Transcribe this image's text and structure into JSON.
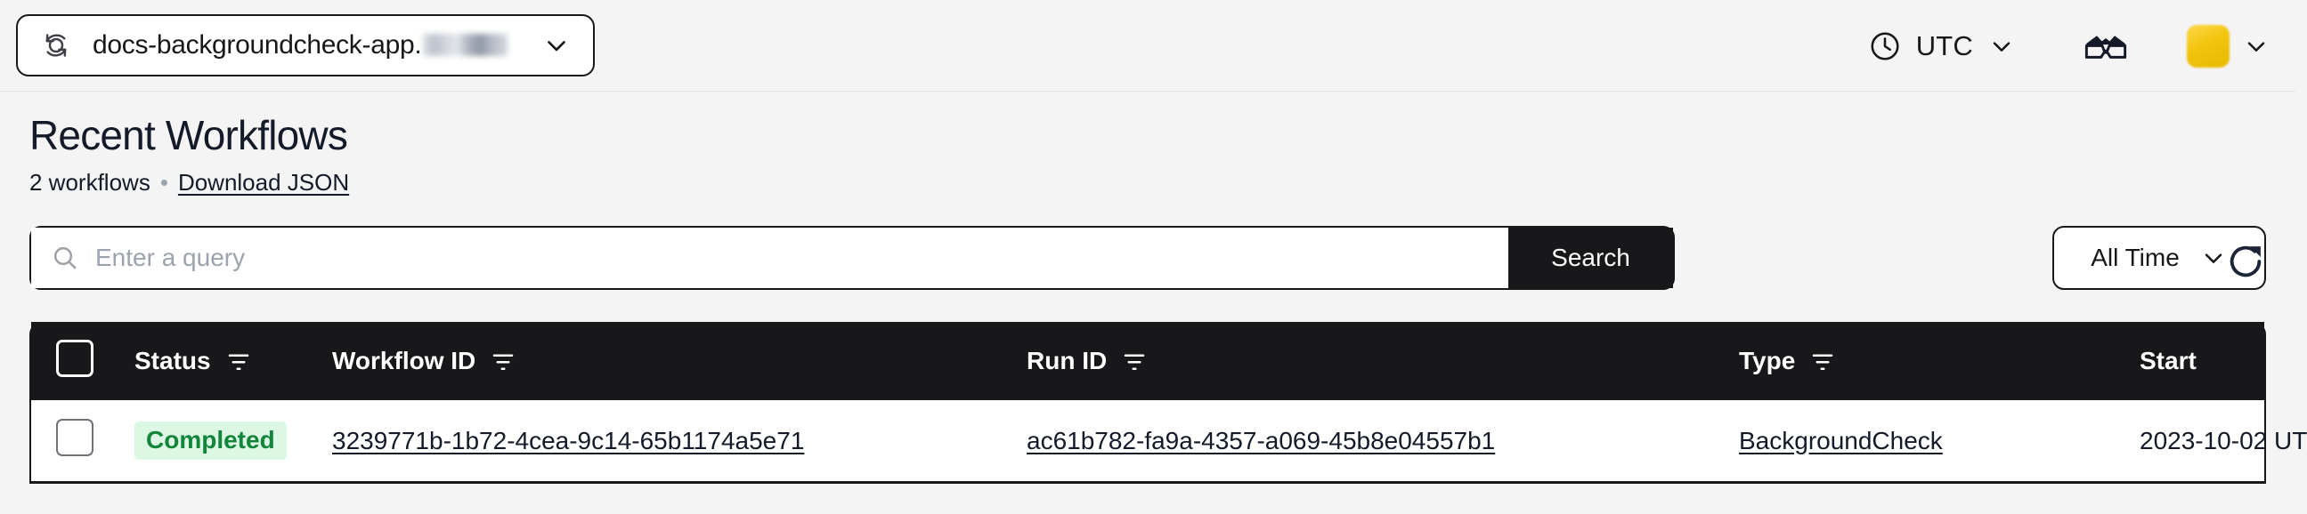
{
  "topbar": {
    "namespace_label": "docs-backgroundcheck-app.",
    "namespace_redacted": true,
    "namespace_icon": "namespace-circular-arrows-icon",
    "namespace_chevron_icon": "chevron-down-icon",
    "timezone_icon": "clock-icon",
    "timezone_label": "UTC",
    "timezone_chevron_icon": "chevron-down-icon",
    "glasses_icon": "glasses-icon",
    "avatar_icon": "user-avatar",
    "avatar_color": "#f5c518",
    "avatar_chevron_icon": "chevron-down-icon"
  },
  "page": {
    "title": "Recent Workflows",
    "workflow_count_label": "2 workflows",
    "separator": "•",
    "download_link": "Download JSON",
    "refresh_icon": "refresh-icon"
  },
  "search": {
    "icon": "search-icon",
    "placeholder": "Enter a query",
    "value": "",
    "button_label": "Search",
    "time_filter_label": "All Time",
    "time_filter_chevron": "chevron-down-icon"
  },
  "table": {
    "select_all_checkbox": "unchecked",
    "columns": [
      {
        "key": "status",
        "label": "Status",
        "filterable": true
      },
      {
        "key": "wfid",
        "label": "Workflow ID",
        "filterable": true
      },
      {
        "key": "runid",
        "label": "Run ID",
        "filterable": true
      },
      {
        "key": "type",
        "label": "Type",
        "filterable": true
      },
      {
        "key": "start",
        "label": "Start",
        "filterable": false
      }
    ],
    "filter_icon": "filter-icon",
    "rows": [
      {
        "checkbox": "unchecked",
        "status": "Completed",
        "status_color": "#12853a",
        "status_bg": "#dcf7e3",
        "workflow_id": "3239771b-1b72-4cea-9c14-65b1174a5e71",
        "run_id": "ac61b782-fa9a-4357-a069-45b8e04557b1",
        "type": "BackgroundCheck",
        "start": "2023-10-02 UT"
      }
    ]
  },
  "colors": {
    "page_bg": "#f4f4f5",
    "ink": "#18181b",
    "accent_dark": "#18181b",
    "muted": "#9ca3af"
  }
}
